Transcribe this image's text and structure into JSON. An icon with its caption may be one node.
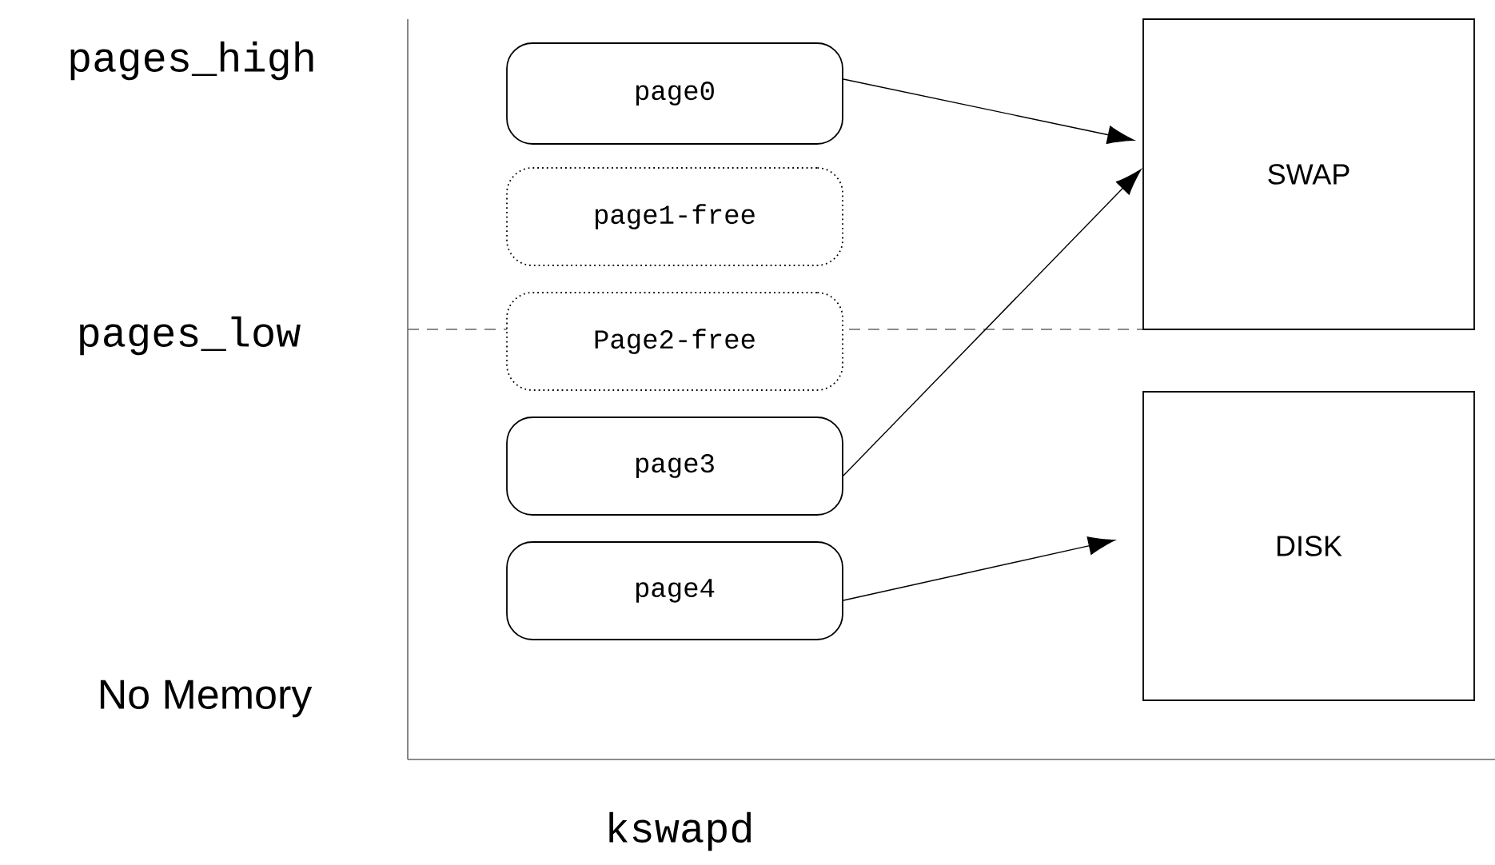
{
  "diagram": {
    "nodes": [
      {
        "text": [
          "page0"
        ]
      },
      {
        "text": [
          "page1-free"
        ]
      },
      {
        "text": [
          "Page2-free"
        ]
      },
      {
        "text": [
          "page3"
        ]
      },
      {
        "text": [
          "page4"
        ]
      },
      {
        "text": [
          "SWAP"
        ]
      },
      {
        "text": [
          "DISK"
        ]
      }
    ],
    "edges": [
      {
        "from": 0,
        "to": 5,
        "arrow": "to"
      },
      {
        "from": 3,
        "to": 5,
        "arrow": "to"
      },
      {
        "from": 4,
        "to": 6,
        "arrow": "to"
      }
    ],
    "labels": [
      "pages_high",
      "pages_low",
      "No Memory",
      "kswapd"
    ]
  }
}
